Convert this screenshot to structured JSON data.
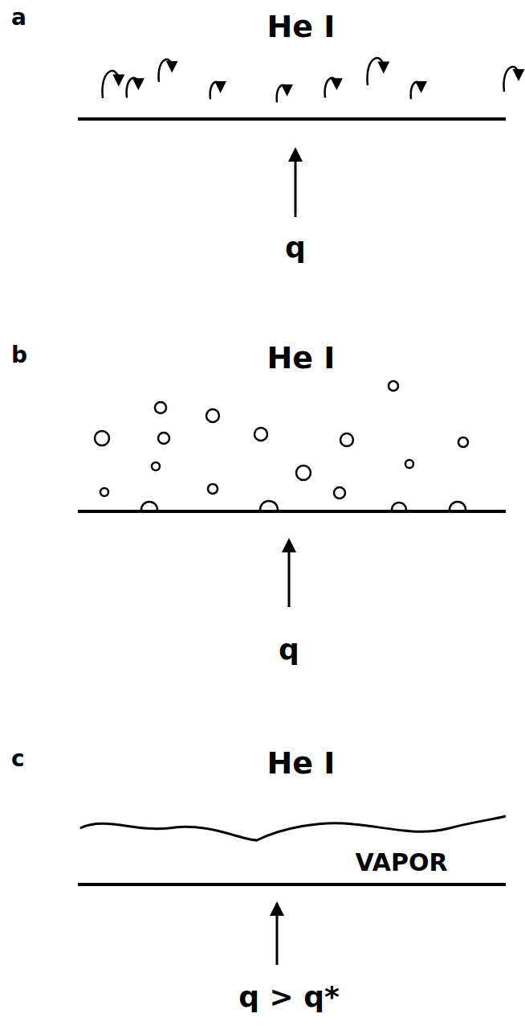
{
  "diagram": {
    "labels": [
      "a",
      "He I",
      "q",
      "b",
      "He I",
      "q",
      "c",
      "He I",
      "VAPOR",
      "q > q*"
    ]
  }
}
